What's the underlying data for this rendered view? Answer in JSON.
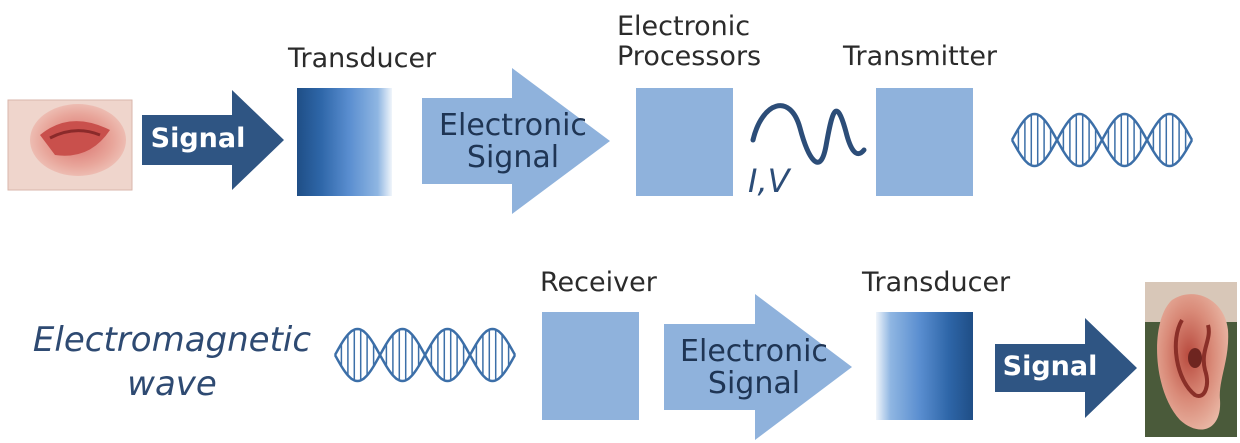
{
  "row1": {
    "signal_arrow_label": "Signal",
    "transducer_label": "Transducer",
    "electronic_signal_label": [
      "Electronic",
      "Signal"
    ],
    "processors_label": [
      "Electronic",
      "Processors"
    ],
    "iv_label": "I,V",
    "transmitter_label": "Transmitter"
  },
  "row2": {
    "em_wave_label": [
      "Electromagnetic",
      "wave"
    ],
    "receiver_label": "Receiver",
    "electronic_signal_label": [
      "Electronic",
      "Signal"
    ],
    "transducer_label": "Transducer",
    "signal_arrow_label": "Signal"
  },
  "colors": {
    "dark_arrow": "#2f5583",
    "light_arrow": "#8fb2dc",
    "box": "#8fb2dc",
    "transducer_dark": "#1f4e86",
    "wave_stroke": "#3c6fa8"
  },
  "icons": [
    "mouth-icon",
    "ear-icon",
    "em-wave-icon",
    "waveform-icon"
  ]
}
